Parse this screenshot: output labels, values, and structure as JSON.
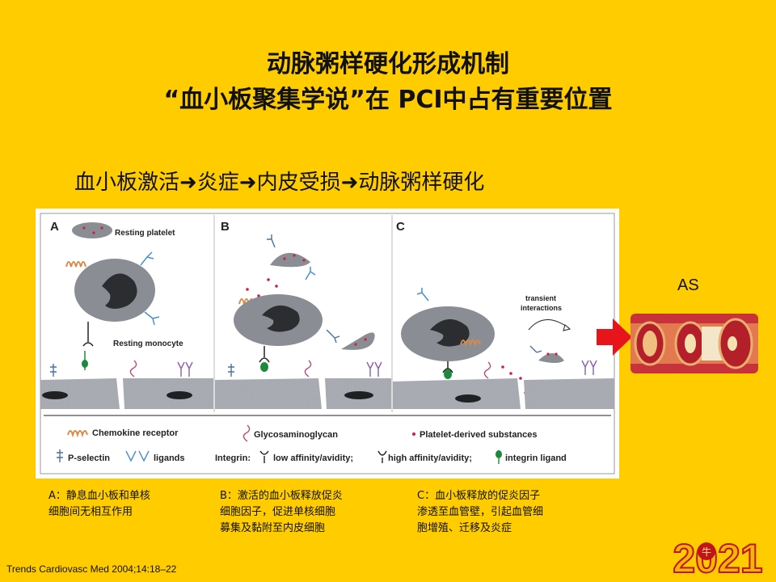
{
  "slide": {
    "title_line1": "动脉粥样硬化形成机制",
    "title_line2": "“血小板聚集学说”在 PCI中占有重要位置",
    "subtitle": "血小板激活➜炎症➜内皮受损➜动脉粥样硬化",
    "as_label": "AS",
    "citation": "Trends Cardiovasc Med 2004;14:18–22",
    "badge_text": "2021",
    "badge_glyph": "牛"
  },
  "figure": {
    "panel_a": {
      "letter": "A",
      "resting_platelet": "Resting platelet",
      "resting_monocyte": "Resting monocyte"
    },
    "panel_b": {
      "letter": "B"
    },
    "panel_c": {
      "letter": "C",
      "transient_1": "transient",
      "transient_2": "interactions"
    },
    "legend": {
      "chemokine": "Chemokine receptor",
      "glycosaminoglycan": "Glycosaminoglycan",
      "platelet_substances": "Platelet-derived substances",
      "p_selectin": "P-selectin",
      "ligands": "ligands",
      "integrin": "Integrin:",
      "low_affinity": "low affinity/avidity;",
      "high_affinity": "high affinity/avidity;",
      "integrin_ligand": "integrin ligand"
    }
  },
  "captions": {
    "a": [
      "A：静息血小板和单核",
      "细胞间无相互作用"
    ],
    "b": [
      "B：激活的血小板释放促炎",
      "细胞因子，促进单核细胞",
      "募集及黏附至内皮细胞"
    ],
    "c": [
      "C：血小板释放的促炎因子",
      "渗透至血管壁，引起血管细",
      "胞增殖、迁移及炎症"
    ]
  },
  "colors": {
    "background": "#FFCC00",
    "arrow": "#E8141B",
    "cell_gray": "#8A8E94",
    "nucleus": "#2B2D31",
    "endothelium": "#A9ADB3",
    "chemokine_orange": "#D98A4A",
    "dots_red": "#D21F3C",
    "integrin_green": "#1B8A3C"
  }
}
